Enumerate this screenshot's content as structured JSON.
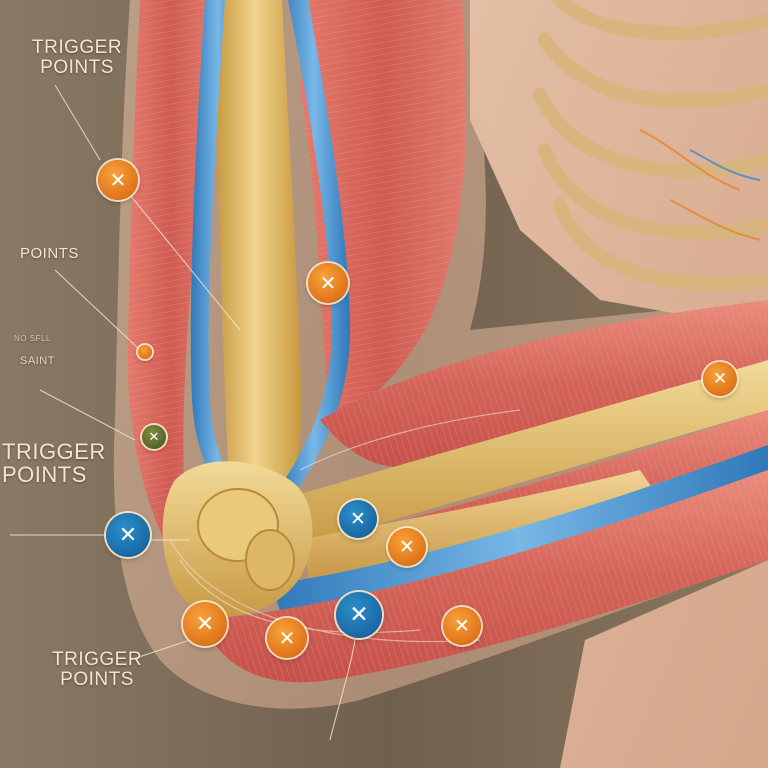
{
  "labels": {
    "top_left": {
      "line1": "TRIGGER",
      "line2": "POINTS"
    },
    "mid_left": "POINTS",
    "small_faint_1": "NO SFLL",
    "small_faint_2": "SAINT",
    "lower_left": {
      "line1": "TRIGGER",
      "line2": "POINTS"
    },
    "bottom": {
      "line1": "TRIGGER",
      "line2": "POINTS"
    }
  },
  "marker_symbol": "✕",
  "colors": {
    "marker_orange": "#e9811f",
    "marker_blue": "#1b6fae",
    "marker_olive": "#5c6d2e",
    "muscle": "#d6695f",
    "bone": "#e2bd6a",
    "nerve_blue": "#4a94d0",
    "background": "#7a6a58"
  }
}
